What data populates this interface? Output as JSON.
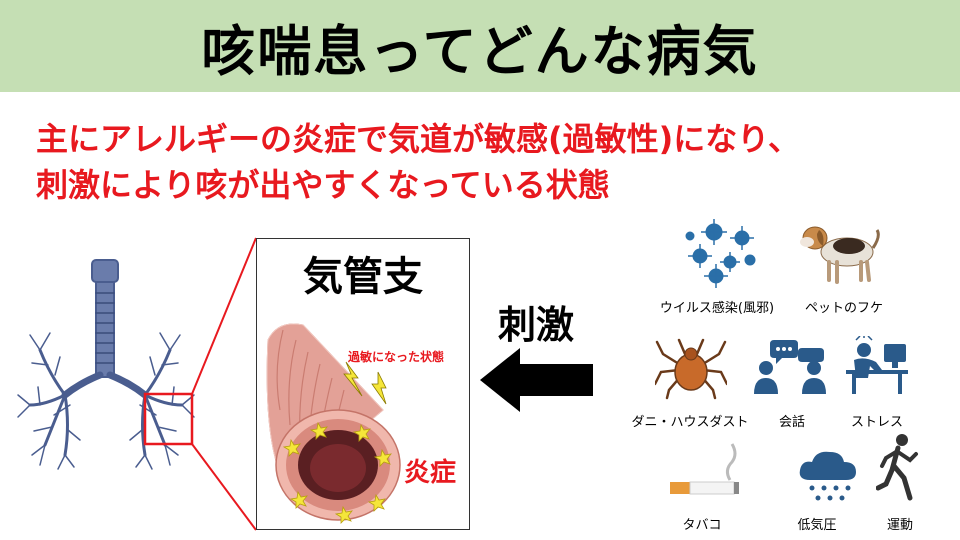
{
  "slide": {
    "title": "咳喘息ってどんな病気",
    "subtitle_line1": "主にアレルギーの炎症で気道が敏感(過敏性)になり、",
    "subtitle_line2": "刺激により咳が出やすくなっている状態"
  },
  "diagram": {
    "bronchi_title": "気管支",
    "hypersensitive_label": "過敏になった状態",
    "inflammation_label": "炎症",
    "stimulus_label": "刺激"
  },
  "stimuli": [
    {
      "label": "ウイルス感染(風邪)",
      "icon": "virus-icon"
    },
    {
      "label": "ペットのフケ",
      "icon": "dog-icon"
    },
    {
      "label": "ダニ・ハウスダスト",
      "icon": "mite-icon"
    },
    {
      "label": "会話",
      "icon": "conversation-icon"
    },
    {
      "label": "ストレス",
      "icon": "stress-icon"
    },
    {
      "label": "タバコ",
      "icon": "cigarette-icon"
    },
    {
      "label": "低気圧",
      "icon": "rain-cloud-icon"
    },
    {
      "label": "運動",
      "icon": "runner-icon"
    }
  ],
  "colors": {
    "title_band": "#c5dfb4",
    "accent_red": "#e8191f",
    "lung_blue": "#4a5d8f",
    "bronchus_pink": "#d98a7e",
    "icon_blue": "#2a5a8a"
  }
}
